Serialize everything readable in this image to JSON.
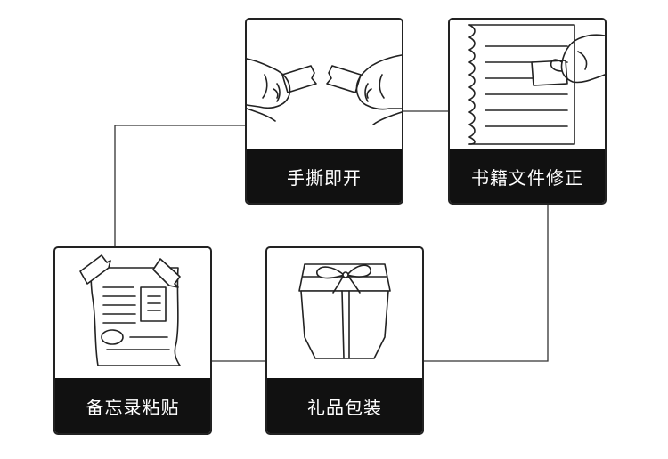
{
  "cards": [
    {
      "id": "tear-by-hand",
      "label": "手撕即开",
      "icon": "hands-tearing-tape-icon"
    },
    {
      "id": "book-correction",
      "label": "书籍文件修正",
      "icon": "notebook-tape-icon"
    },
    {
      "id": "memo-sticking",
      "label": "备忘录粘贴",
      "icon": "taped-document-icon"
    },
    {
      "id": "gift-wrapping",
      "label": "礼品包装",
      "icon": "gift-box-icon"
    }
  ],
  "colors": {
    "frame": "#222222",
    "label_background": "#111111",
    "label_text": "#ffffff",
    "line": "#333333"
  }
}
